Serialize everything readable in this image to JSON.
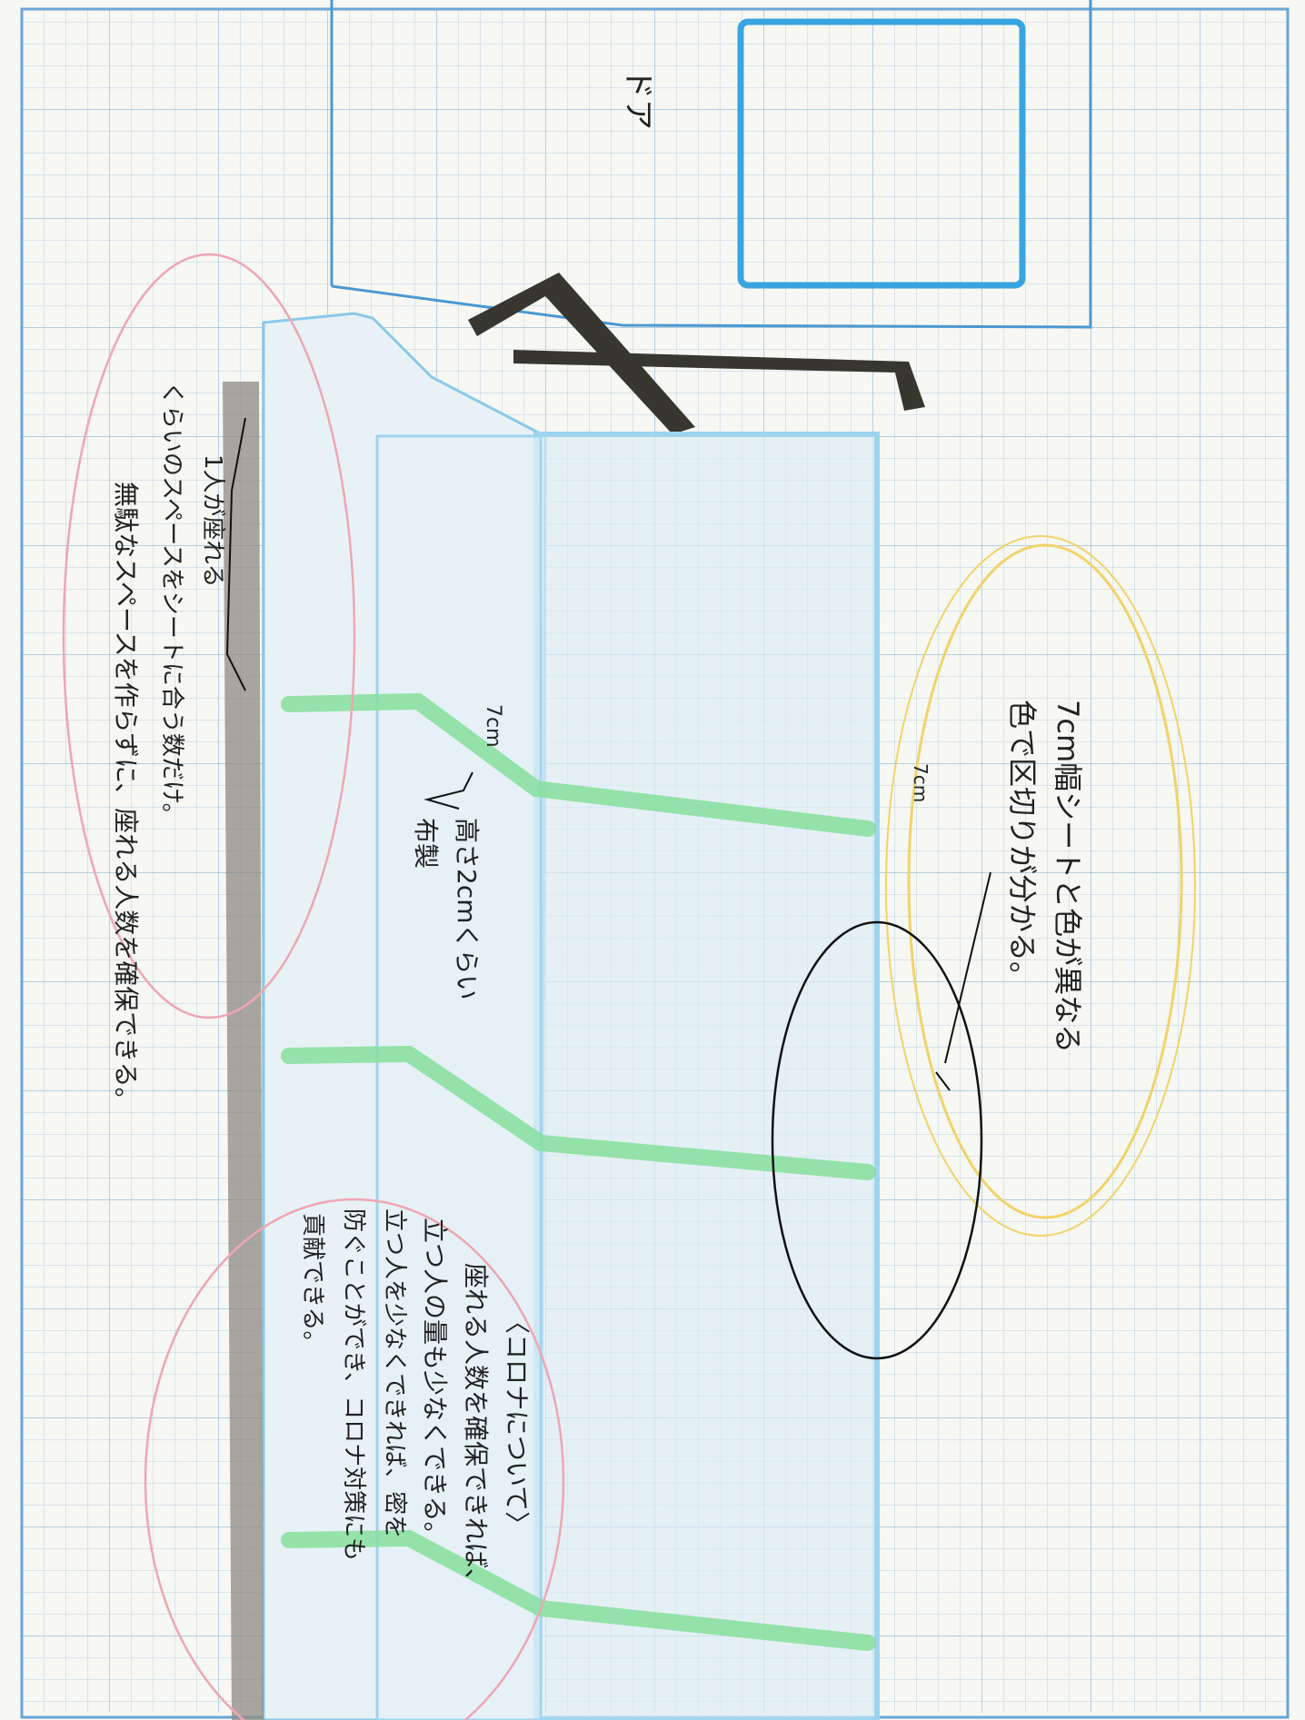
{
  "labels": {
    "door": "ドア",
    "seat_color_1": "7cm幅シートと色が異なる",
    "seat_color_2": "色で区切りが分かる。",
    "gap_small": "7cm",
    "gap_left": "7cm",
    "height": "高さ2cmくらい",
    "fabric": "布製",
    "one_person": "1人が座れる",
    "space_fit": "くらいのスペースをシートに合う数だけ。",
    "no_waste": "無駄なスペースを作らずに、座れる人数を確保できる。",
    "corona_title": "〈コロナについて〉",
    "corona_1": "座れる人数を確保できれば、",
    "corona_2": "立つ人の量も少なくできる。",
    "corona_3": "立つ人を少なくできれば、密を",
    "corona_4": "防ぐことができ、コロナ対策にも",
    "corona_5": "貢献できる。"
  },
  "colors": {
    "paper": "#f7f7f3",
    "grid": "#b8d2e4",
    "frame": "#6aa6d6",
    "door": "#38a5e0",
    "seat": "#9fd4ee",
    "stripe": "#86df9c",
    "pencil": "#2e2e2a",
    "shade": "#8e8a82",
    "ring_pink": "#eea6b4",
    "ring_yellow": "#f1d36a",
    "ink": "#111111"
  }
}
